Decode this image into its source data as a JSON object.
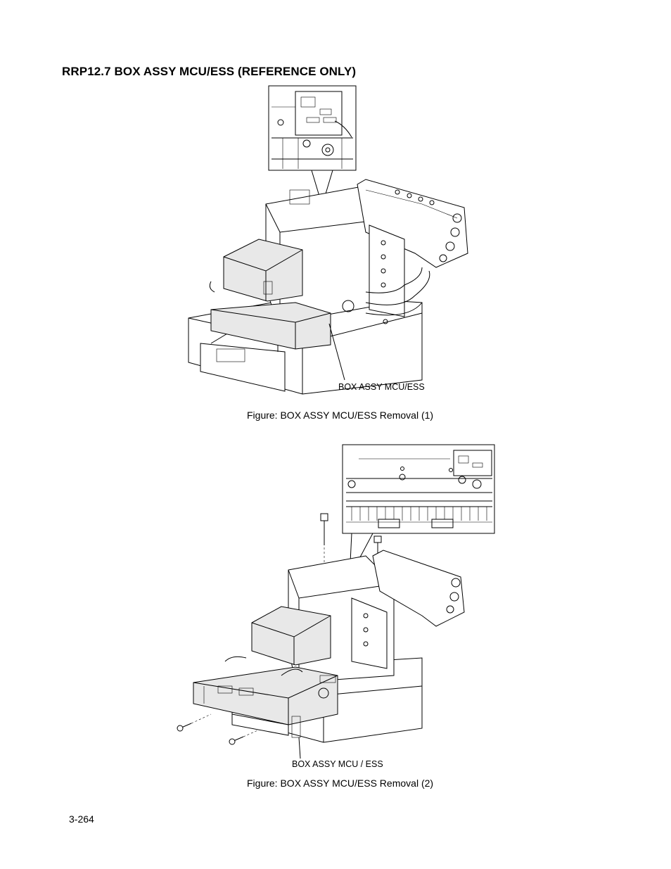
{
  "heading": "RRP12.7  BOX ASSY MCU/ESS (REFERENCE ONLY)",
  "figure1": {
    "callout_label": "BOX ASSY MCU/ESS",
    "caption": "Figure: BOX ASSY MCU/ESS Removal (1)"
  },
  "figure2": {
    "callout_label": "BOX ASSY MCU / ESS",
    "caption": "Figure: BOX ASSY MCU/ESS Removal (2)"
  },
  "page_number": "3-264"
}
